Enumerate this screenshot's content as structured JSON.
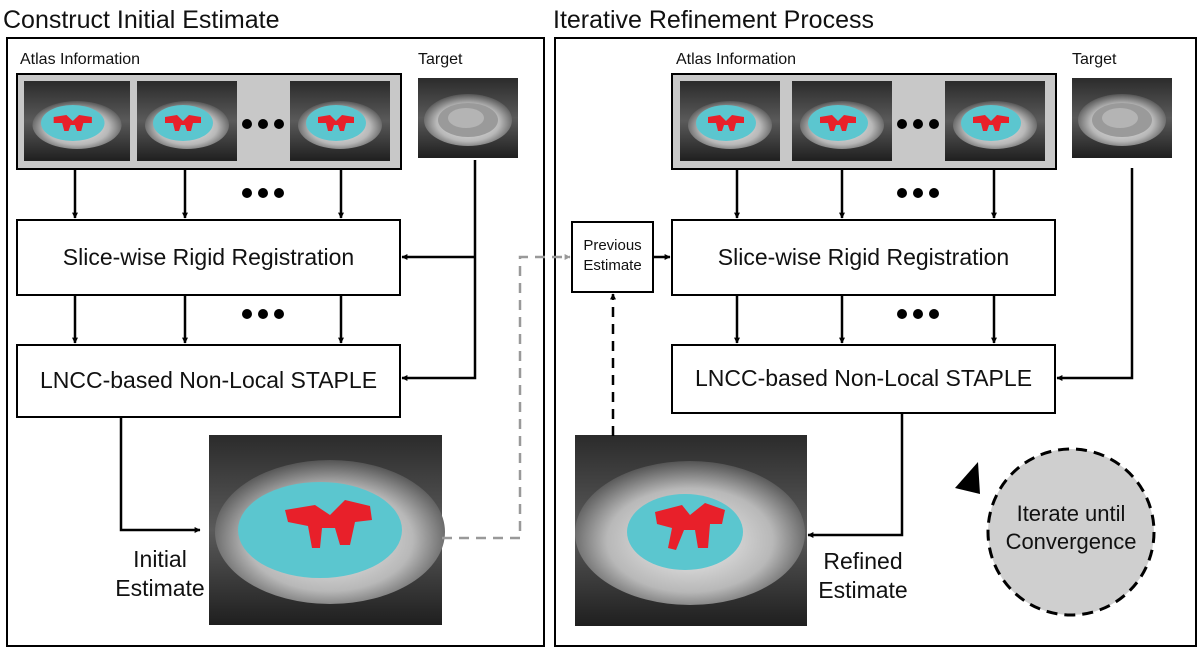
{
  "titles": {
    "left": "Construct Initial Estimate",
    "right": "Iterative Refinement Process"
  },
  "labels": {
    "atlas_left": "Atlas Information",
    "atlas_right": "Atlas Information",
    "target_left": "Target",
    "target_right": "Target"
  },
  "boxes": {
    "registration_left": "Slice-wise Rigid Registration",
    "staple_left": "LNCC-based Non-Local STAPLE",
    "registration_right": "Slice-wise Rigid Registration",
    "staple_right": "LNCC-based Non-Local STAPLE",
    "previous_estimate": "Previous Estimate"
  },
  "estimates": {
    "initial": "Initial Estimate",
    "refined": "Refined Estimate"
  },
  "iterate": "Iterate until Convergence",
  "colors": {
    "spinal_cord": "#5bc6cf",
    "grey_matter": "#e8202a",
    "atlas_panel": "#c8c8c8",
    "iterate_circle": "#cfcfcf",
    "dashed_gray": "#999999"
  }
}
